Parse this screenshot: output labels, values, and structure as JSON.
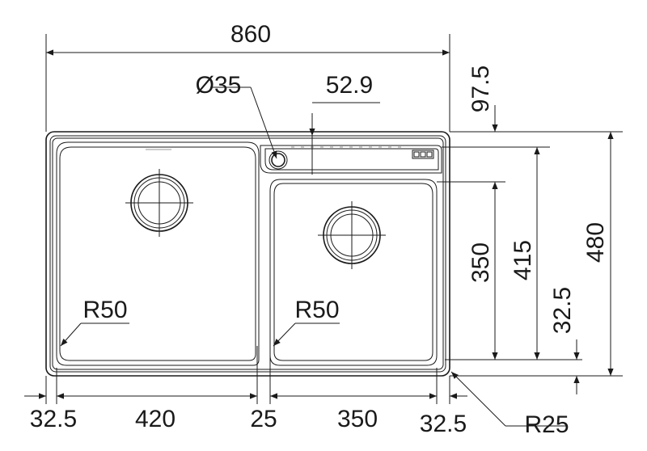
{
  "dimensions": {
    "total_width": "860",
    "faucet_hole": "Ø35",
    "faucet_offset": "52.9",
    "top_offset": "97.5",
    "bowl_depth": "350",
    "inner_depth": "415",
    "total_depth": "480",
    "bottom_rim": "32.5",
    "left_rim": "32.5",
    "left_bowl": "420",
    "divider": "25",
    "right_bowl": "350",
    "right_rim": "32.5",
    "corner_radius": "R25",
    "left_bowl_radius": "R50",
    "right_bowl_radius": "R50"
  },
  "colors": {
    "line": "#1a1a1a",
    "background": "#ffffff"
  }
}
